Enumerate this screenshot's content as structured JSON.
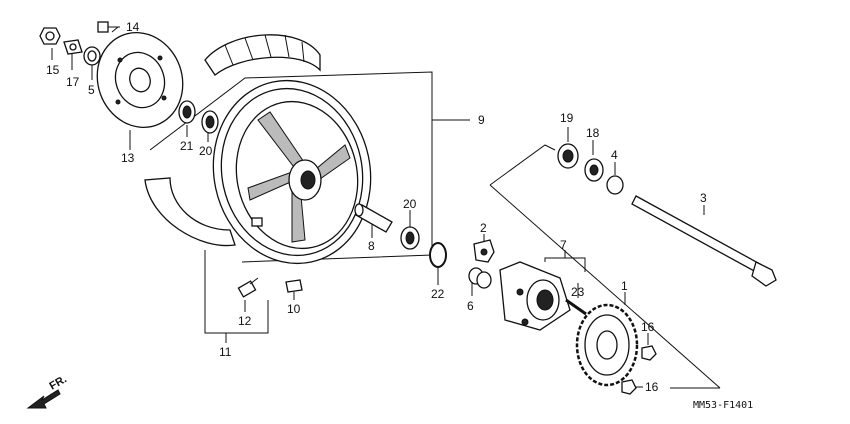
{
  "diagram": {
    "code": "MM53-F1401",
    "direction_label": "FR.",
    "callouts": [
      {
        "id": "c1",
        "text": "1"
      },
      {
        "id": "c2",
        "text": "2"
      },
      {
        "id": "c3",
        "text": "3"
      },
      {
        "id": "c4",
        "text": "4"
      },
      {
        "id": "c5",
        "text": "5"
      },
      {
        "id": "c6",
        "text": "6"
      },
      {
        "id": "c7",
        "text": "7"
      },
      {
        "id": "c8",
        "text": "8"
      },
      {
        "id": "c9",
        "text": "9"
      },
      {
        "id": "c10",
        "text": "10"
      },
      {
        "id": "c11",
        "text": "11"
      },
      {
        "id": "c12",
        "text": "12"
      },
      {
        "id": "c13",
        "text": "13"
      },
      {
        "id": "c14",
        "text": "14"
      },
      {
        "id": "c15",
        "text": "15"
      },
      {
        "id": "c16a",
        "text": "16"
      },
      {
        "id": "c16b",
        "text": "16"
      },
      {
        "id": "c17",
        "text": "17"
      },
      {
        "id": "c18",
        "text": "18"
      },
      {
        "id": "c19",
        "text": "19"
      },
      {
        "id": "c20a",
        "text": "20"
      },
      {
        "id": "c20b",
        "text": "20"
      },
      {
        "id": "c21",
        "text": "21"
      },
      {
        "id": "c22",
        "text": "22"
      },
      {
        "id": "c23",
        "text": "23"
      }
    ]
  }
}
